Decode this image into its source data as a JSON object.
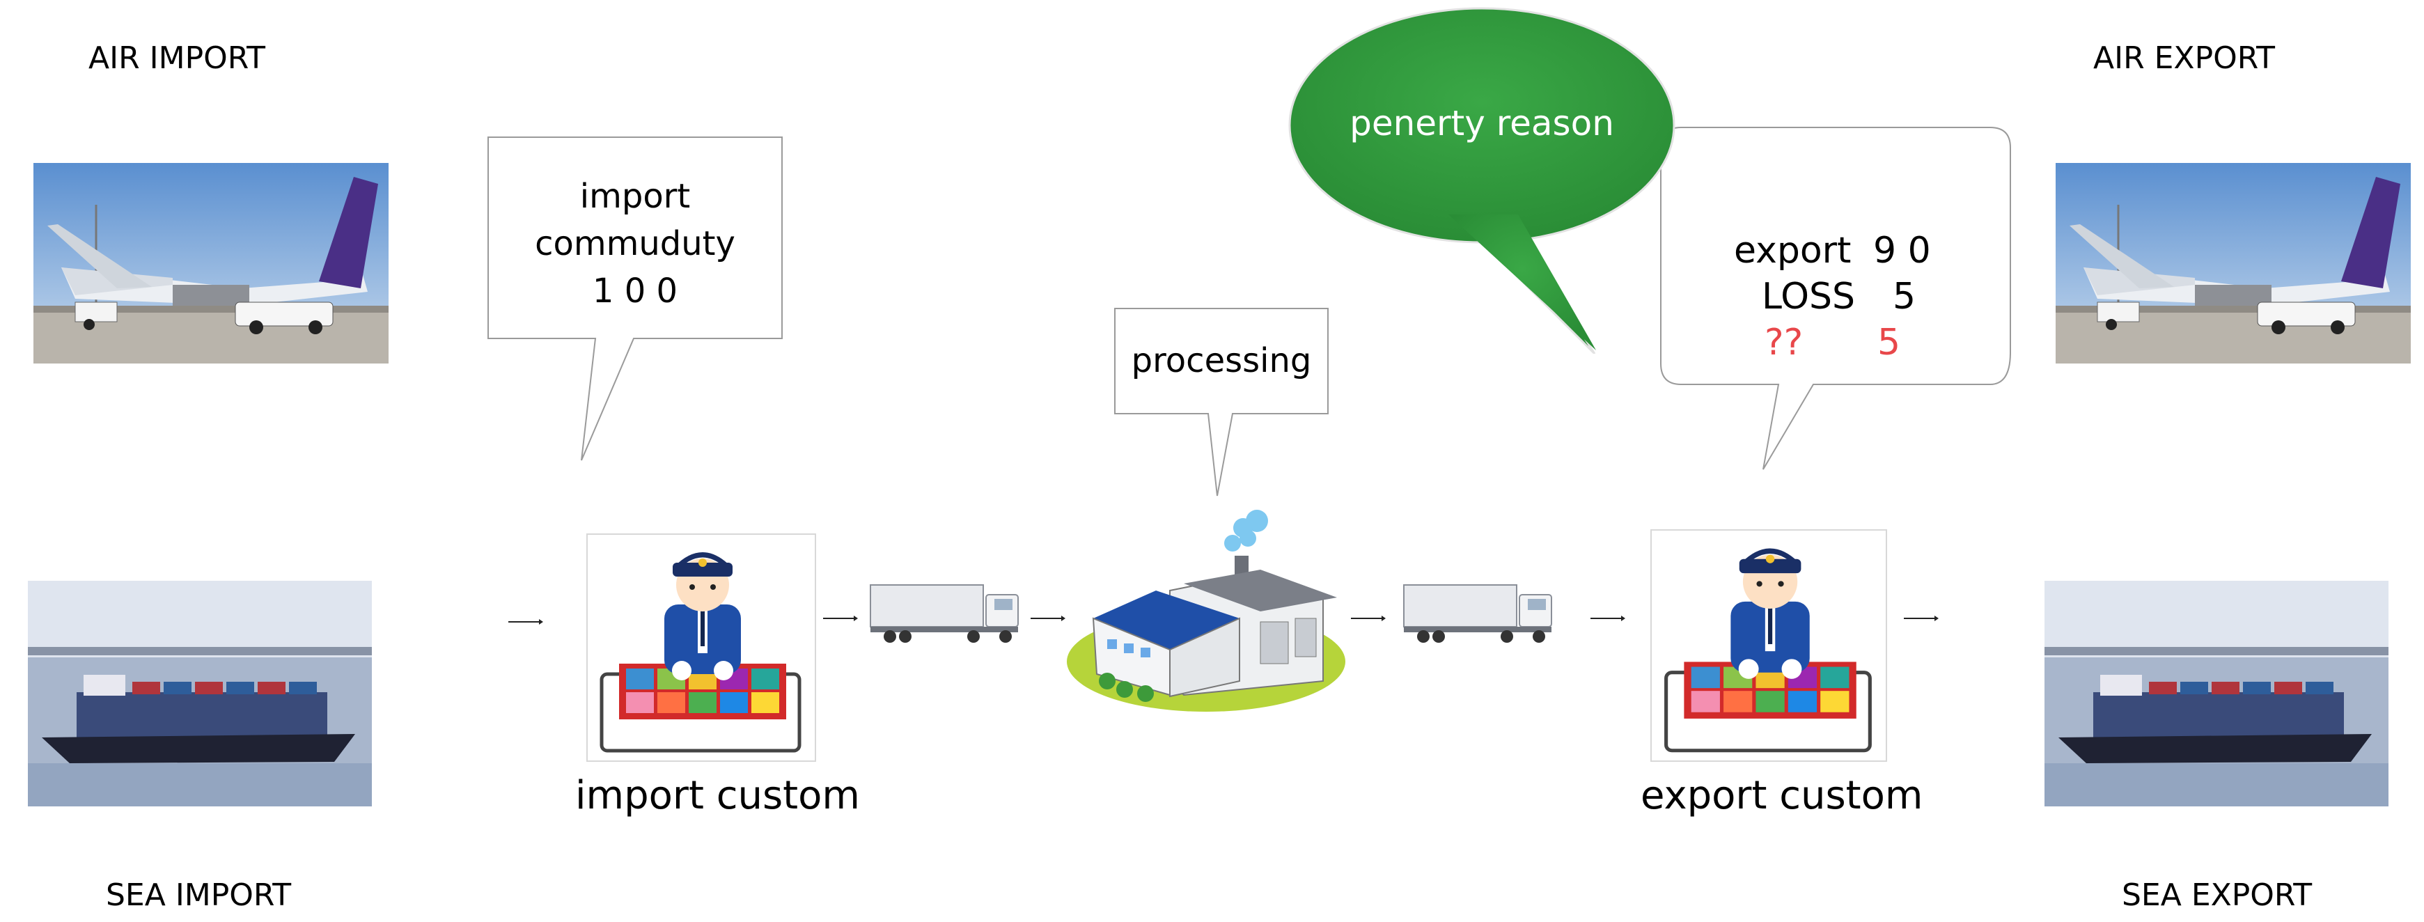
{
  "labels": {
    "air_import": "AIR IMPORT",
    "air_export": "AIR EXPORT",
    "sea_import": "SEA IMPORT",
    "sea_export": "SEA EXPORT"
  },
  "captions": {
    "import_custom": "import custom",
    "export_custom": "export custom"
  },
  "import_callout": {
    "line1": "import",
    "line2": "commuduty",
    "line3": "1 0 0"
  },
  "processing_callout": {
    "text": "processing"
  },
  "penalty_bubble": {
    "text": "penerty reason",
    "color": "#2f9a3c"
  },
  "export_callout": {
    "export_label": "export",
    "export_value": "9 0",
    "loss_label": "LOSS",
    "loss_value": "5",
    "unknown_label": "??",
    "unknown_value": "5",
    "highlight_color": "#e8474a"
  },
  "icons": [
    "airplane-photo",
    "container-ship-photo",
    "customs-officer-icon",
    "truck-icon",
    "factory-icon",
    "arrow-icon"
  ]
}
